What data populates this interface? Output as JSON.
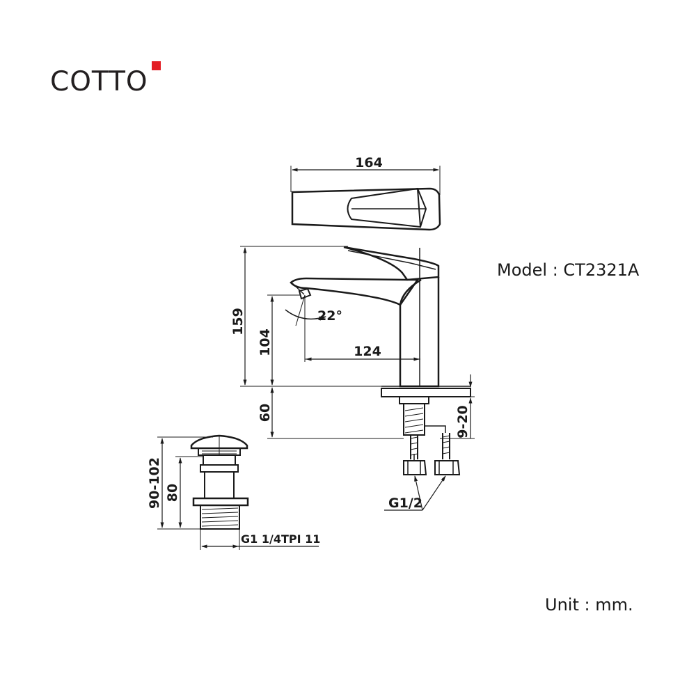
{
  "brand": {
    "name": "COTTO",
    "accent_color": "#e31e24"
  },
  "model_label": "Model : CT2321A",
  "unit_label": "Unit : mm.",
  "dimensions": {
    "top_width": "164",
    "total_height": "159",
    "spout_height": "104",
    "spout_angle": "22°",
    "spout_reach": "124",
    "below_deck": "60",
    "deck_thickness": "9-20",
    "inlet_thread": "G1/2",
    "waste_total": "90-102",
    "waste_body": "80",
    "waste_thread": "G1 1/4TPI 11"
  }
}
